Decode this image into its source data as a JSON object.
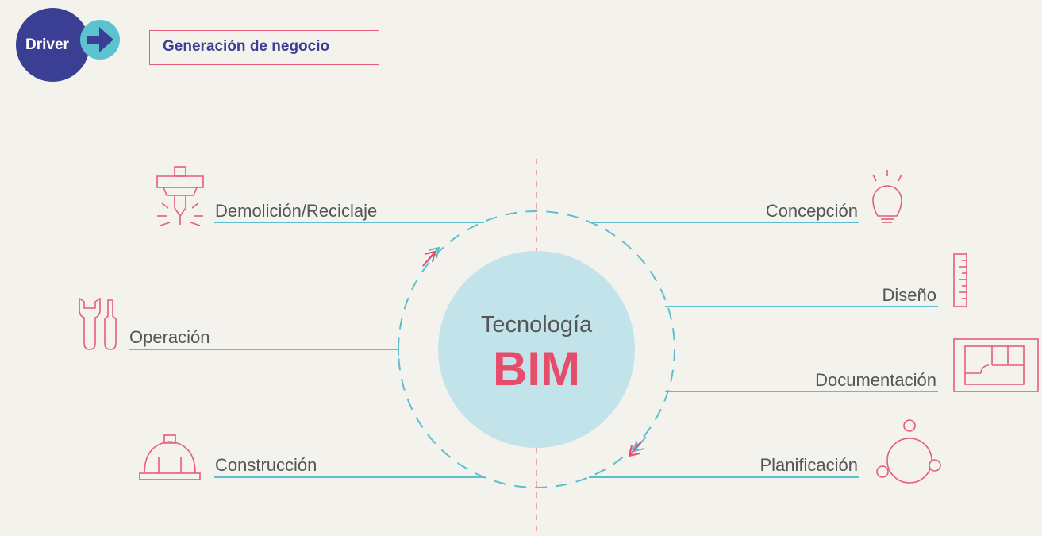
{
  "header": {
    "driver_label": "Driver",
    "tag": "Generación de negocio"
  },
  "center": {
    "line1": "Tecnología",
    "line2": "BIM"
  },
  "stages": {
    "demolicion": "Demolición/Reciclaje",
    "operacion": "Operación",
    "construccion": "Construcción",
    "concepcion": "Concepción",
    "diseno": "Diseño",
    "documentacion": "Documentación",
    "planificacion": "Planificación"
  },
  "icons": {
    "demolicion": "jackhammer-icon",
    "operacion": "tools-icon",
    "construccion": "hard-hat-icon",
    "concepcion": "lightbulb-icon",
    "diseno": "ruler-icon",
    "documentacion": "floor-plan-icon",
    "planificacion": "cycle-icon"
  },
  "colors": {
    "navy": "#3b3f94",
    "pink": "#e84c6b",
    "teal": "#5bbfcf",
    "light_blue": "#c3e3ea",
    "background": "#f3f2ec"
  }
}
